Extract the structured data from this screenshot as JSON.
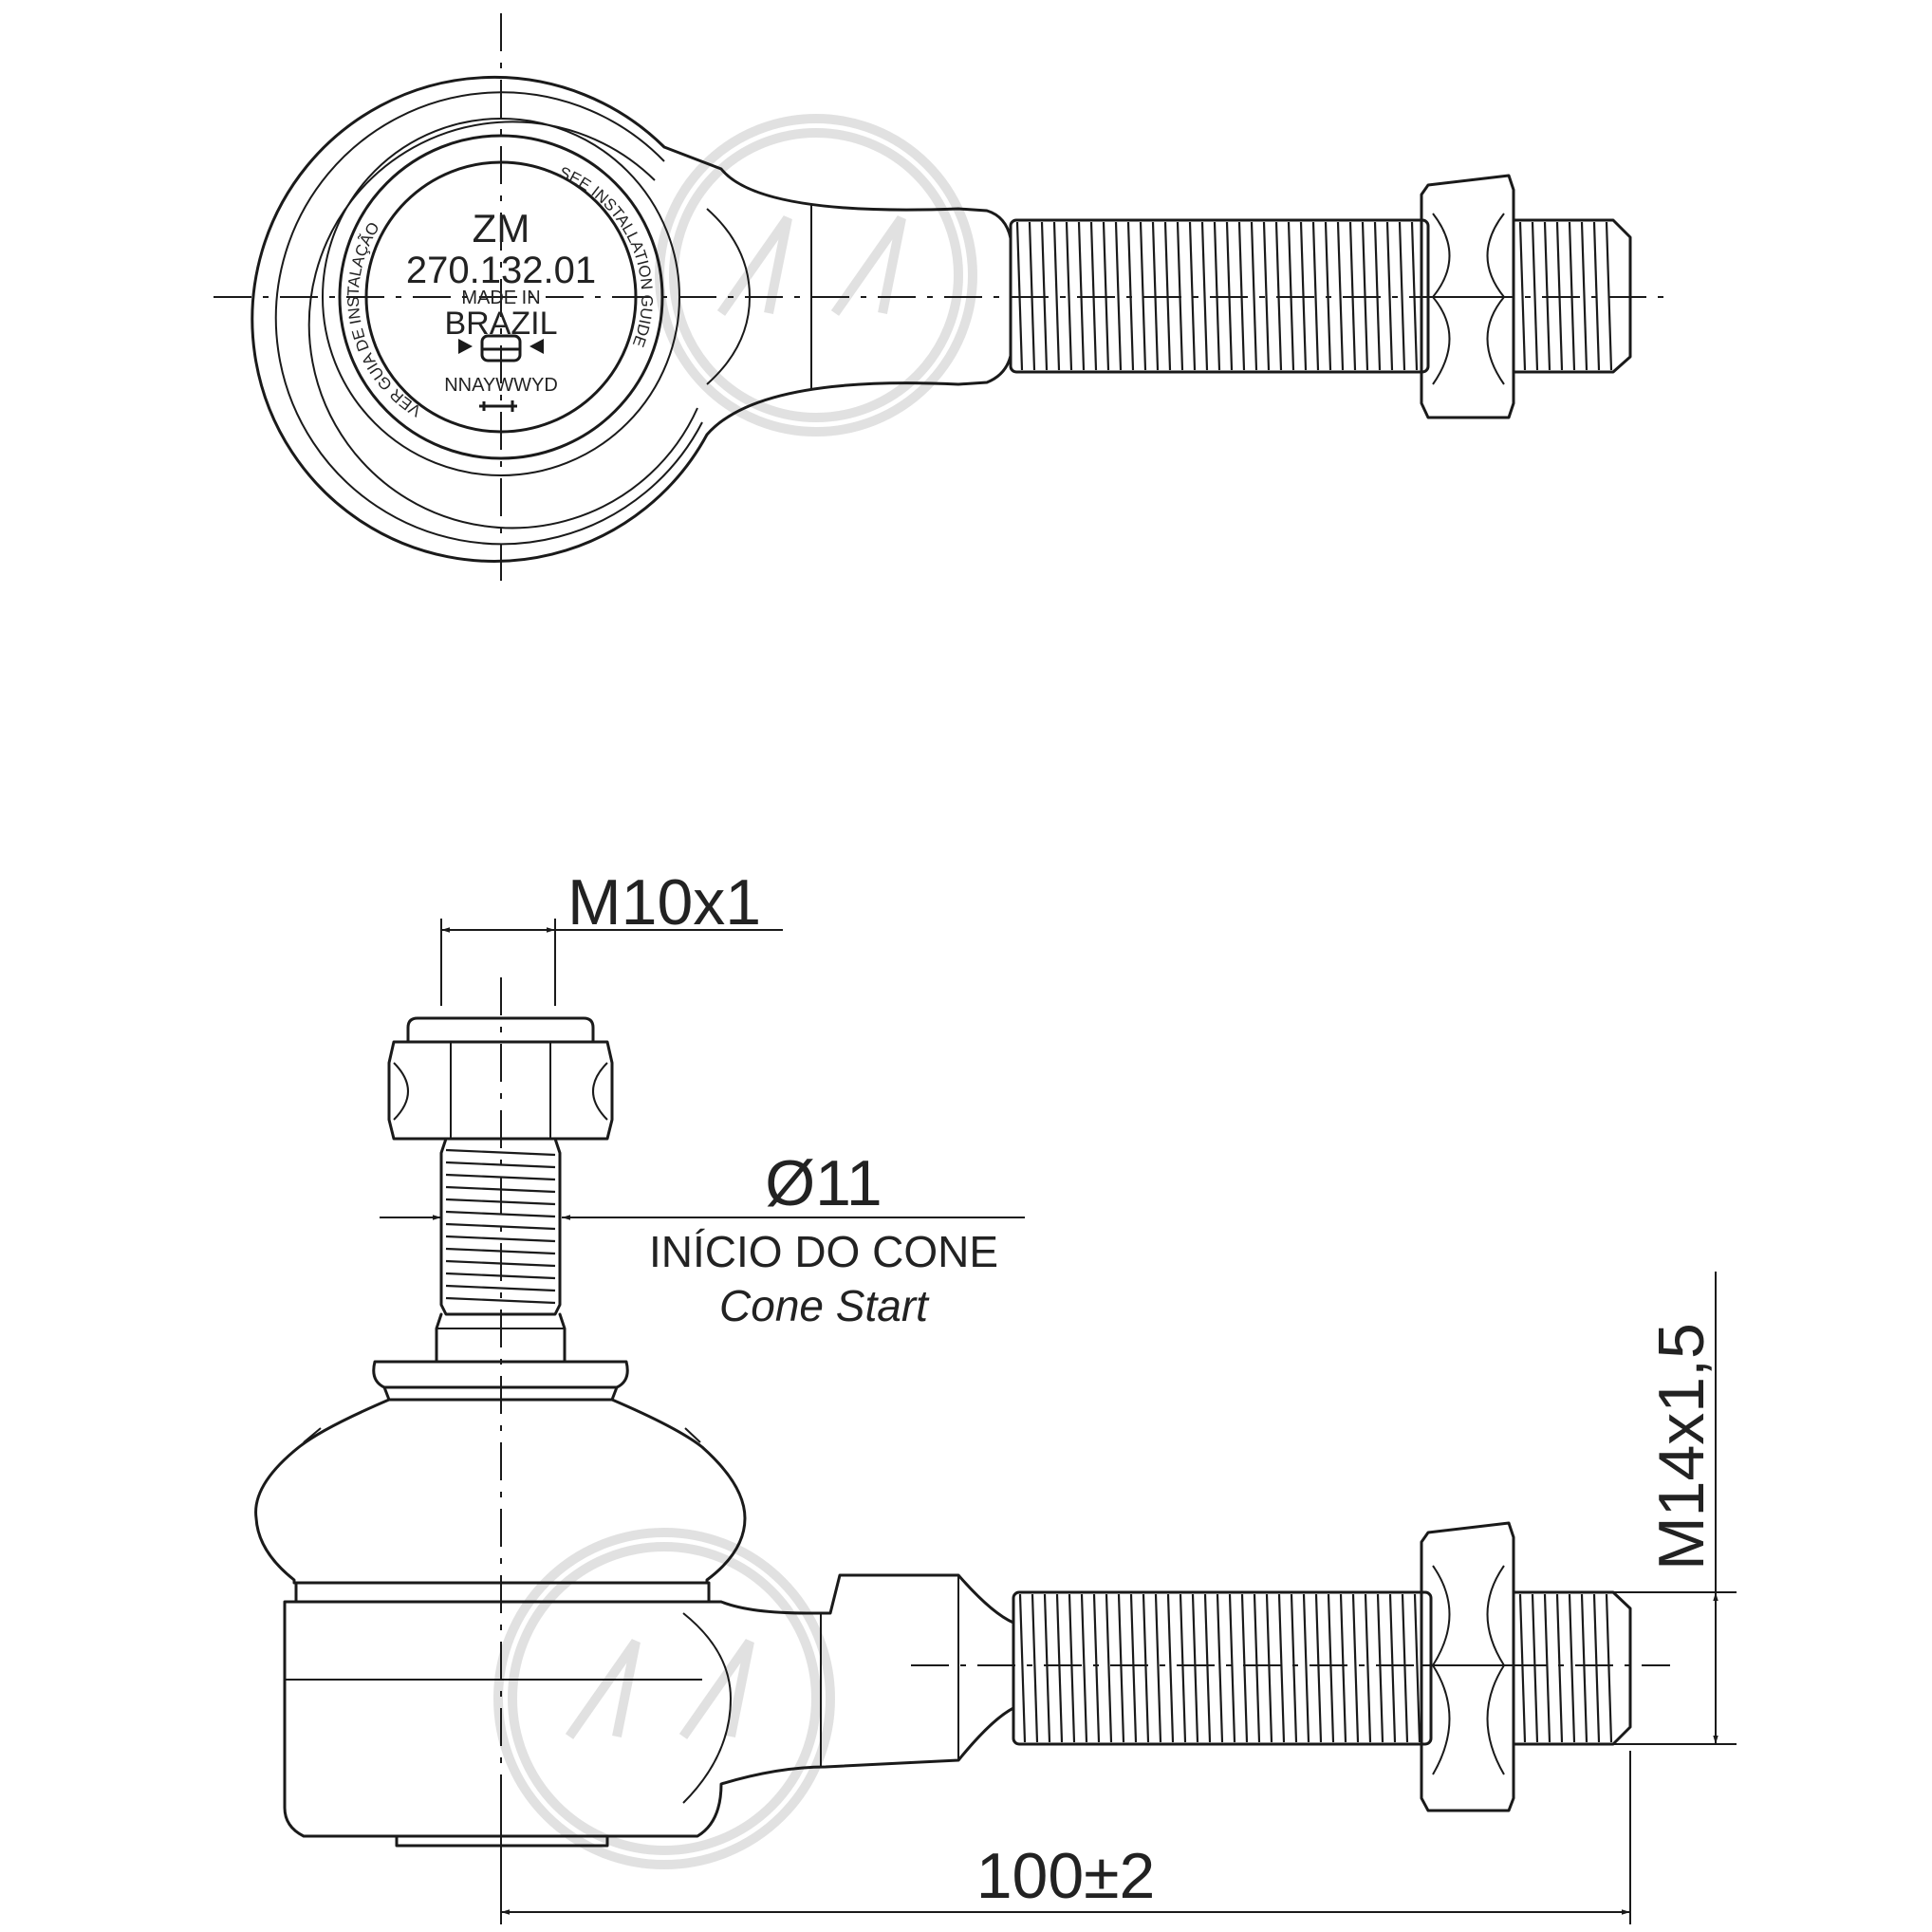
{
  "stamp": {
    "brand": "ZM",
    "part_number": "270.132.01",
    "made_in": "MADE IN",
    "country": "BRAZIL",
    "date_code": "NNAYWWYD",
    "ring_left": "VER GUIA DE INSTALAÇÃO",
    "ring_right": "SEE INSTALLATION GUIDE"
  },
  "dimensions": {
    "stud_thread": "M10x1",
    "cone_diameter": "Ø11",
    "cone_note_pt": "INÍCIO DO CONE",
    "cone_note_en": "Cone Start",
    "shank_thread": "M14x1,5",
    "length": "100±2"
  },
  "colors": {
    "line": "#1a1a1a",
    "text": "#222222",
    "watermark": "#c8c8c8"
  }
}
